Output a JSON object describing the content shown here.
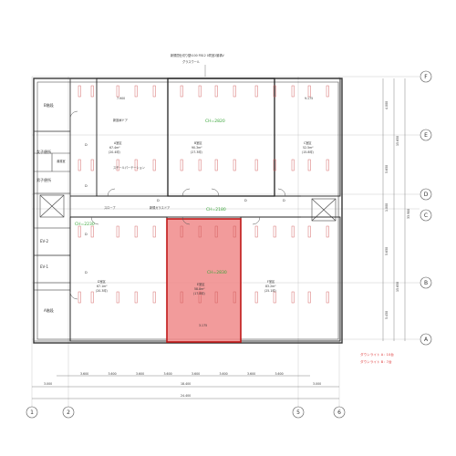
{
  "top_note": {
    "line1": "新規間仕切り壁t100 FB12 0同室2層構V",
    "line2": "グラスウール"
  },
  "axes": {
    "columns": [
      "1",
      "2",
      "5",
      "6"
    ],
    "rows": [
      "F",
      "E",
      "D",
      "C",
      "B",
      "A"
    ]
  },
  "rooms": {
    "b_stair": "B階段",
    "women_wc": "女子便所",
    "janitor": "湯沸室",
    "men_wc": "男子便所",
    "ev2": "EV-2",
    "ev1": "EV-1",
    "a_stair": "A階段",
    "a_room": {
      "name": "A室区",
      "area": "67.4m²",
      "tsubo": "(20.4坪)"
    },
    "b_room": {
      "name": "B室区",
      "area": "90.3m²",
      "tsubo": "(27.3坪)"
    },
    "c_room": {
      "name": "C室区",
      "area": "52.5m²",
      "tsubo": "(15.8坪)"
    },
    "d_room": {
      "name": "D室区",
      "area": "67.1m²",
      "tsubo": "(20.3坪)"
    },
    "e_room": {
      "name": "E室区",
      "area": "58.8m²",
      "tsubo": "(17.8坪)"
    },
    "f_room": {
      "name": "F室区",
      "area": "83.2m²",
      "tsubo": "(25.1坪)"
    }
  },
  "annotations": {
    "new_door": "新設扉ドア",
    "steel_partition": "スチールパーテーション",
    "slope": "スロープ",
    "new_glass_door": "新規ガラスドア",
    "ch_top": "CH=2820",
    "ch_corridor": "CH=2180",
    "ch_left": "CH=2230",
    "ch_bottom": "CH=2830"
  },
  "legend": {
    "line1": "ダウンライト A : 10台",
    "line2": "ダウンライト B : 7台"
  },
  "dimensions": {
    "bottom_spans": [
      "3.600",
      "3.600",
      "3.600",
      "3.600",
      "3.600",
      "3.600",
      "3.600",
      "3.600"
    ],
    "left_span": "3.000",
    "mid_span": "18.400",
    "right_span": "3.000",
    "overall": "24.400",
    "right_top": "4.000",
    "right_mid1": "5.650",
    "right_d": "1.000",
    "right_mid2": "5.650",
    "right_bot": "5.450",
    "right_total_top": "15.650",
    "right_total_bot": "15.650",
    "right_overall": "33.900",
    "room_top_dims": [
      "7.900",
      "9.175"
    ],
    "room_bottom_dim": "3.175"
  },
  "colors": {
    "highlight_fill": "#f08a8a",
    "highlight_stroke": "#c01818",
    "light_mark": "#d25a5a",
    "green_label": "#3aa63a"
  }
}
